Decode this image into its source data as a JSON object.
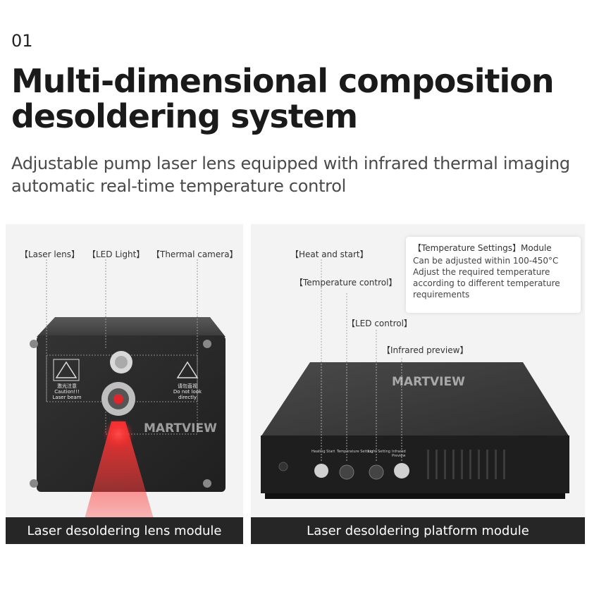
{
  "heading": {
    "number": "01",
    "title_line1": "Multi-dimensional composition",
    "title_line2": "desoldering system",
    "subtitle_line1": "Adjustable pump laser lens equipped with infrared thermal imaging",
    "subtitle_line2": "automatic real-time temperature control"
  },
  "left_panel": {
    "callouts": {
      "laser_lens": "【Laser lens】",
      "led_light": "【LED Light】",
      "thermal_camera": "【Thermal camera】"
    },
    "device_labels": {
      "warning_cn": "激光注意",
      "warning_en1": "Caution!!!",
      "warning_en2": "Laser beam",
      "nolook_cn": "请勿直视",
      "nolook_en1": "Do not look",
      "nolook_en2": "directly"
    },
    "watermark": "MARTVIEW",
    "caption": "Laser desoldering lens module"
  },
  "right_panel": {
    "callouts": {
      "heat_start": "【Heat and start】",
      "temp_control": "【Temperature control】",
      "led_control": "【LED control】",
      "infrared_preview": "【Infrared preview】"
    },
    "info_box": {
      "title": "【Temperature Settings】Module",
      "line1": "Can be adjusted within 100-450°C",
      "line2": "Adjust the required temperature",
      "line3": "according to different temperature",
      "line4": "requirements"
    },
    "knob_labels": [
      "Heating Start",
      "Temperature Setting",
      "Light Setting",
      "Infrared Preview"
    ],
    "watermark": "MARTVIEW",
    "caption": "Laser desoldering platform module"
  },
  "colors": {
    "caption_bar": "#262626",
    "device_body": "#2b2b2b",
    "laser_red": "#e0262b",
    "thermometer": "#f0a020"
  }
}
